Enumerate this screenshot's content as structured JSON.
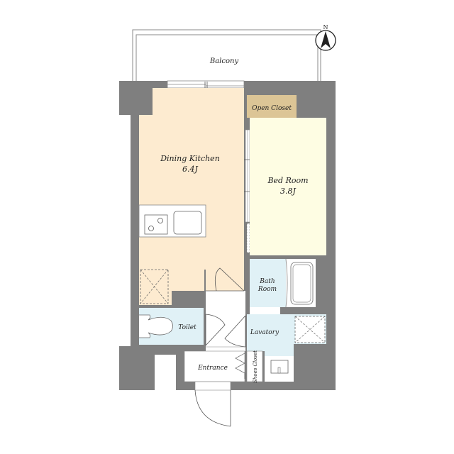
{
  "compass": {
    "label": "N"
  },
  "rooms": {
    "balcony": {
      "label": "Balcony"
    },
    "dining_kitchen": {
      "label": "Dining Kitchen",
      "size": "6.4J"
    },
    "open_closet": {
      "label": "Open Closet"
    },
    "bed_room": {
      "label": "Bed Room",
      "size": "3.8J"
    },
    "bath_room": {
      "label_line1": "Bath",
      "label_line2": "Room"
    },
    "toilet": {
      "label": "Toilet"
    },
    "lavatory": {
      "label": "Lavatory"
    },
    "entrance": {
      "label": "Entrance"
    },
    "shoes_closet": {
      "label": "Shoes Closet"
    }
  },
  "colors": {
    "wall": "#7f7f7f",
    "dining_kitchen": "#fdebd0",
    "bed_room": "#fefde3",
    "open_closet": "#dcc596",
    "wet_area": "#e0f1f6",
    "line": "#666666"
  }
}
